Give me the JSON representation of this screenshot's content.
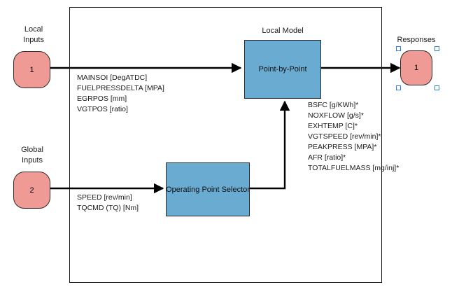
{
  "diagram": {
    "ports": [
      {
        "name": "local-inputs",
        "title": "Local\nInputs",
        "title_line1": "Local",
        "title_line2": "Inputs",
        "number": "1"
      },
      {
        "name": "global-inputs",
        "title_line1": "Global",
        "title_line2": "Inputs",
        "number": "2"
      },
      {
        "name": "responses",
        "title_line1": "Responses",
        "title_line2": "",
        "number": "1"
      }
    ],
    "blocks": [
      {
        "name": "local-model",
        "caption": "Local Model",
        "label": "Point-by-Point"
      },
      {
        "name": "operating-point-selector",
        "caption": "",
        "label": "Operating Point Selector"
      }
    ],
    "local_input_signals": [
      "MAINSOI [DegATDC]",
      "FUELPRESSDELTA [MPA]",
      "EGRPOS [mm]",
      "VGTPOS [ratio]"
    ],
    "global_input_signals": [
      "SPEED [rev/min]",
      "TQCMD (TQ) [Nm]"
    ],
    "response_signals": [
      "BSFC [g/KWh]*",
      "NOXFLOW [g/s]*",
      "EXHTEMP [C]*",
      "VGTSPEED [rev/min]*",
      "PEAKPRESS [MPA]*",
      "AFR [ratio]*",
      "TOTALFUELMASS [mg/inj]*"
    ],
    "colors": {
      "port_fill": "#f09a96",
      "block_fill": "#6aabd2",
      "border": "#2b2b2b",
      "selection": "#2f7fd0",
      "background": "#ffffff"
    }
  }
}
